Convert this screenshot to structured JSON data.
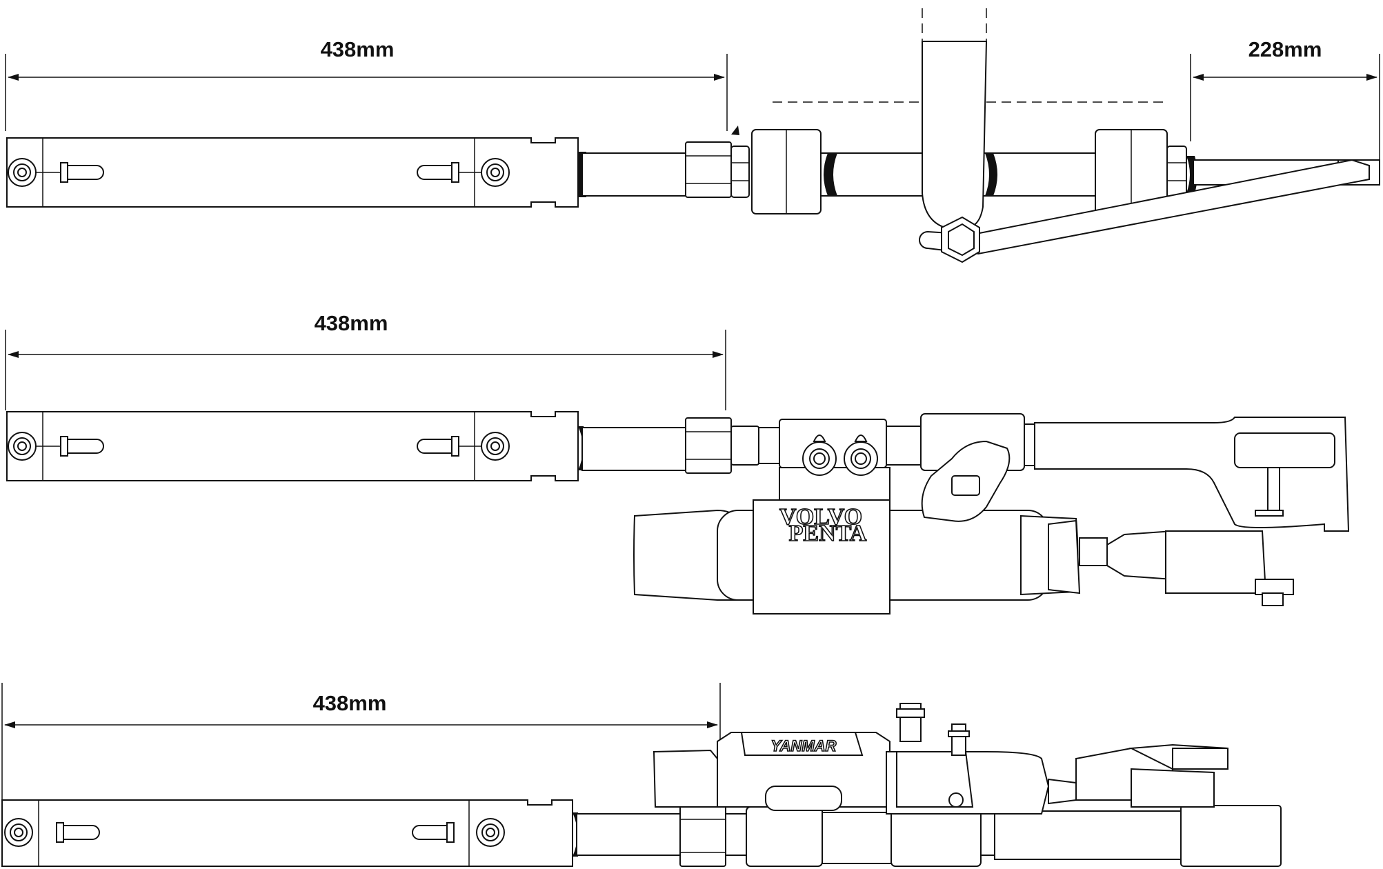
{
  "diagrams": [
    {
      "id": "cylinder-1",
      "dimension_label": "438mm",
      "secondary_dimension_label": "228mm"
    },
    {
      "id": "cylinder-2",
      "dimension_label": "438mm",
      "brand_logo": [
        "VOLVO",
        "PENTA"
      ]
    },
    {
      "id": "cylinder-3",
      "dimension_label": "438mm",
      "brand_logo": [
        "YANMAR"
      ]
    }
  ],
  "colors": {
    "line": "#111111",
    "background": "#ffffff"
  }
}
